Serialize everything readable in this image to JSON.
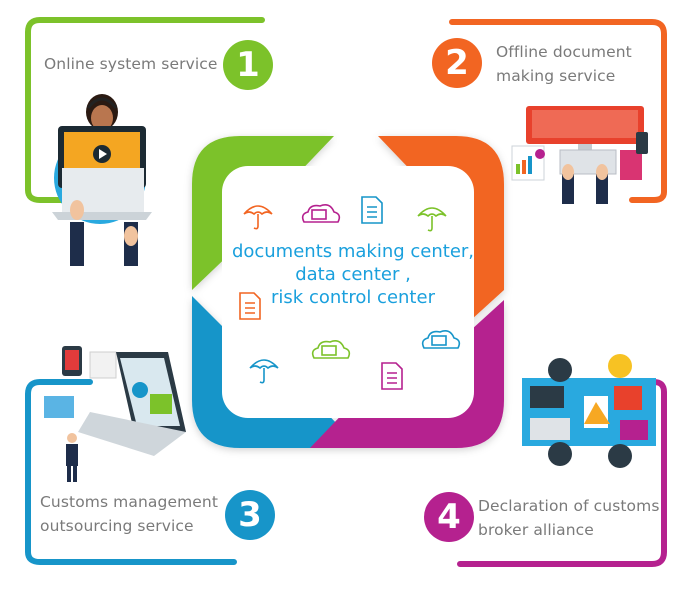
{
  "colors": {
    "green": "#7cc22a",
    "orange": "#f26522",
    "blue": "#1795c9",
    "magenta": "#b5218f",
    "center_text": "#1aa0dd",
    "label_text": "#7a7a7a"
  },
  "center": {
    "lines": [
      "documents making center,",
      "data center ,",
      "risk control center"
    ]
  },
  "items": [
    {
      "number": "1",
      "label_lines": [
        "Online system service"
      ],
      "color": "#7cc22a"
    },
    {
      "number": "2",
      "label_lines": [
        "Offline document",
        "making service"
      ],
      "color": "#f26522"
    },
    {
      "number": "3",
      "label_lines": [
        "Customs management",
        "outsourcing service"
      ],
      "color": "#1795c9"
    },
    {
      "number": "4",
      "label_lines": [
        "Declaration of customs",
        "broker alliance"
      ],
      "color": "#b5218f"
    }
  ],
  "icons": [
    "umbrella-icon",
    "cloud-laptop-icon",
    "document-icon",
    "umbrella-icon",
    "document-icon",
    "umbrella-icon",
    "cloud-laptop-icon",
    "document-icon",
    "cloud-laptop-icon"
  ]
}
